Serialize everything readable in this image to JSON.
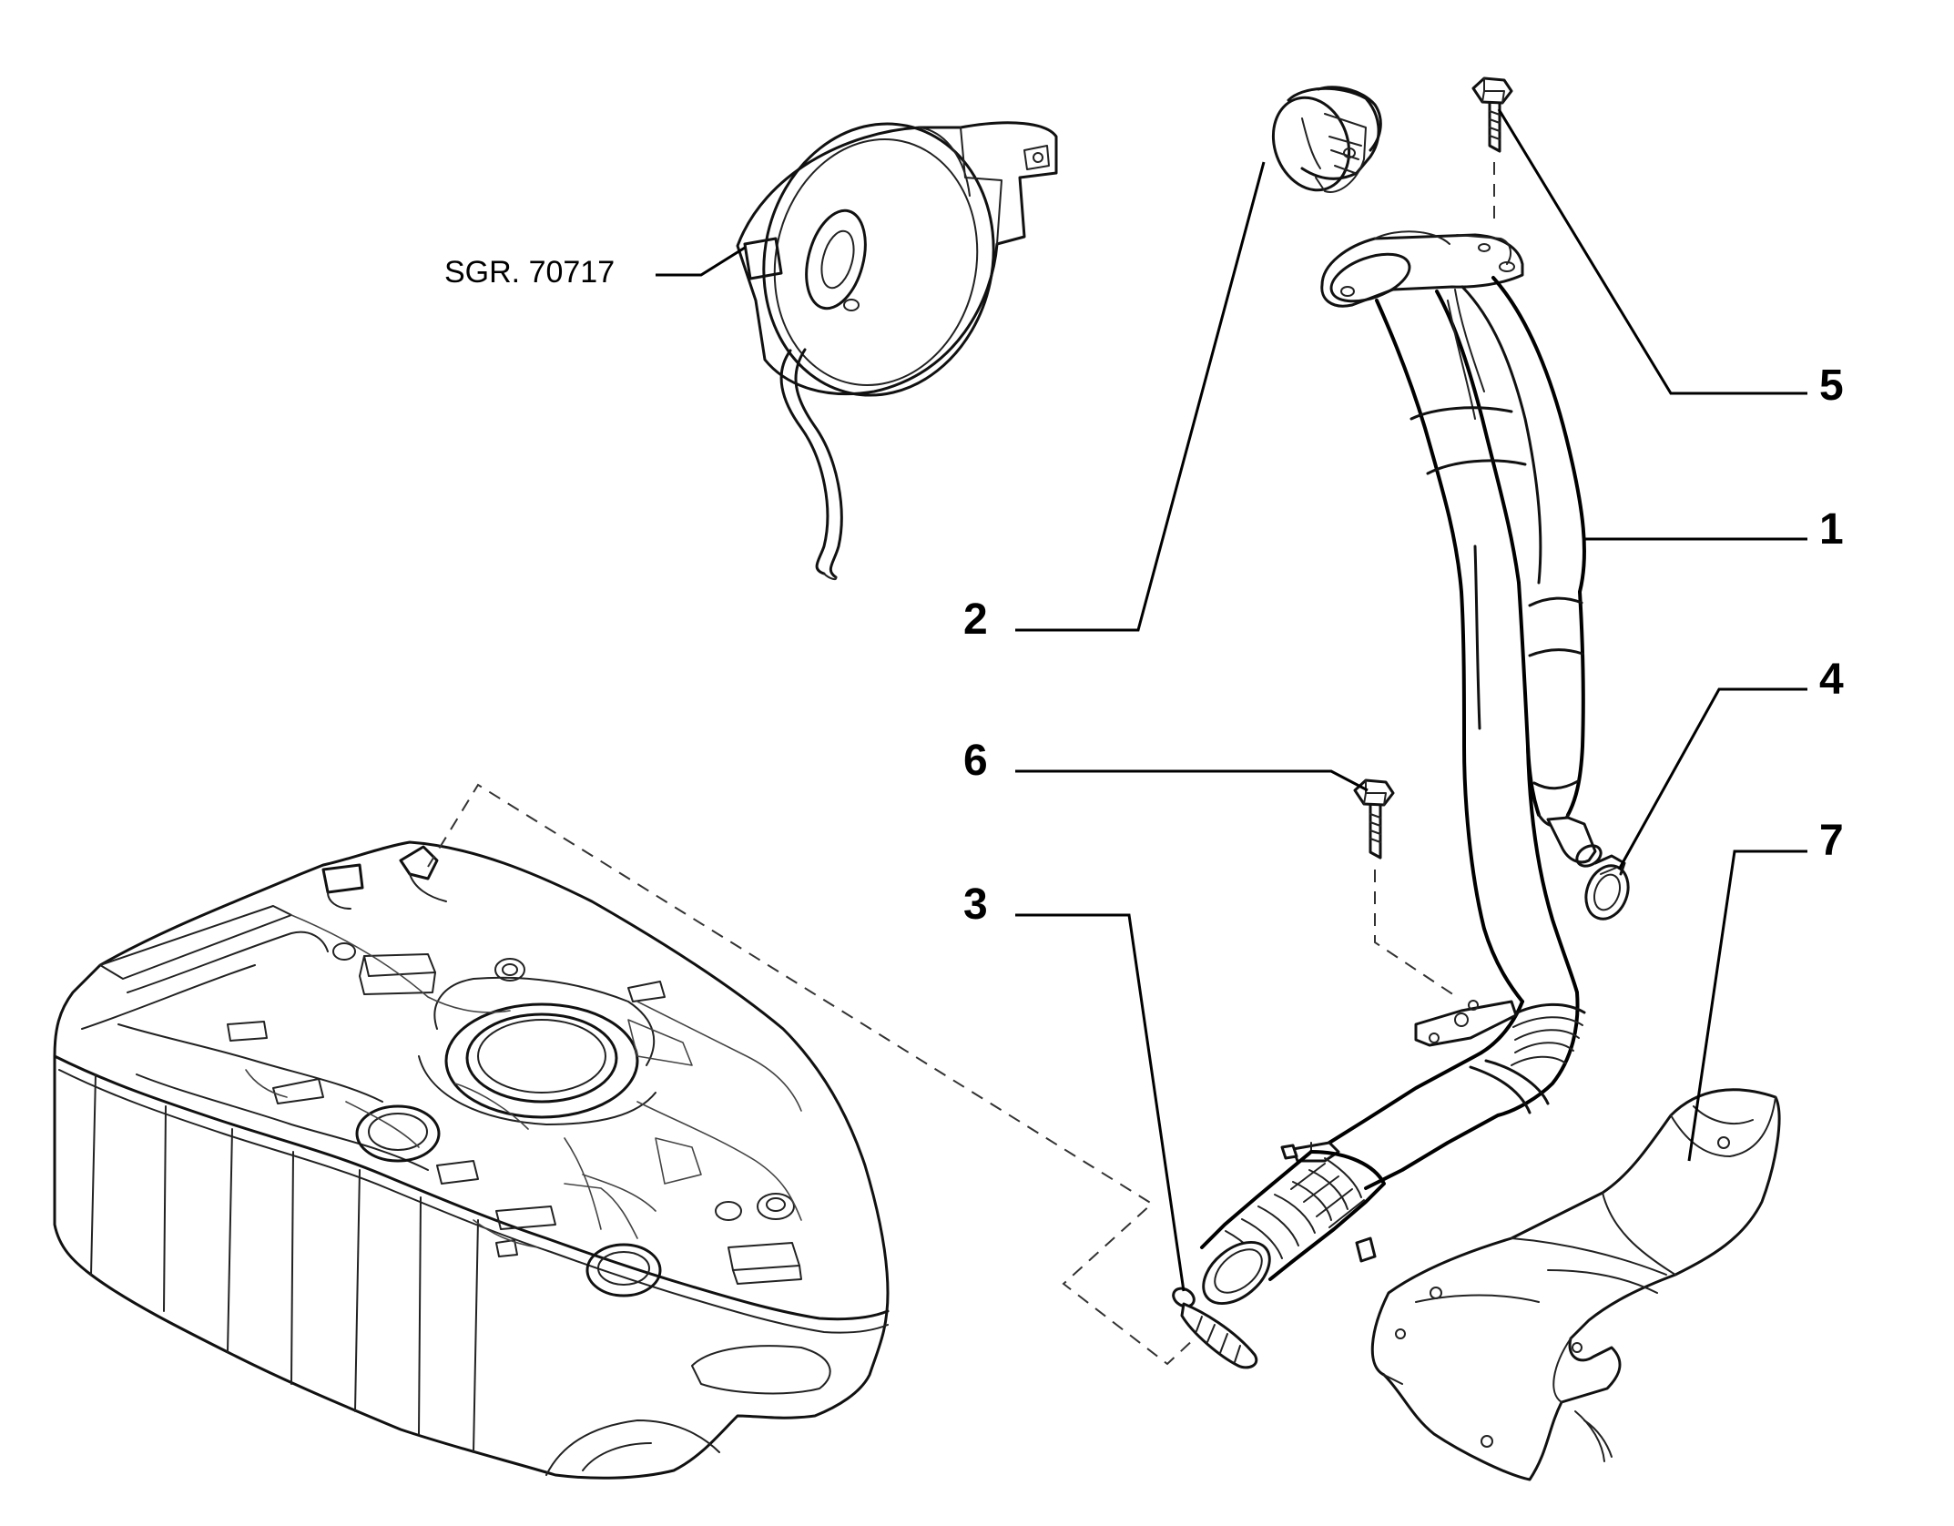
{
  "reference_label": "SGR. 70717",
  "callouts": [
    {
      "number": "1"
    },
    {
      "number": "2"
    },
    {
      "number": "3"
    },
    {
      "number": "4"
    },
    {
      "number": "5"
    },
    {
      "number": "6"
    },
    {
      "number": "7"
    }
  ],
  "parts": [
    {
      "icon": "fuel-filler-pipe-icon",
      "callout": "1"
    },
    {
      "icon": "filler-cap-icon",
      "callout": "2"
    },
    {
      "icon": "vent-valve-icon",
      "callout": "3"
    },
    {
      "icon": "hose-clamp-icon",
      "callout": "4"
    },
    {
      "icon": "bolt-icon",
      "callout": "5"
    },
    {
      "icon": "bolt-icon",
      "callout": "6"
    },
    {
      "icon": "heat-shield-icon",
      "callout": "7"
    },
    {
      "icon": "fuel-tank-icon"
    },
    {
      "icon": "filler-flap-housing-icon",
      "reference": "SGR. 70717"
    }
  ]
}
